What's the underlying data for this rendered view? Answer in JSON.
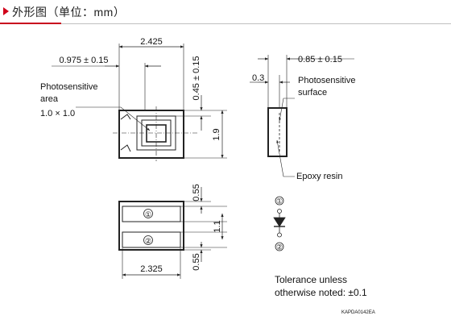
{
  "header": {
    "title": "外形图（单位：mm）"
  },
  "colors": {
    "accent": "#c8001e",
    "line": "#222222",
    "rule": "#bfbfbf"
  },
  "top_view": {
    "width": "2.425",
    "offset": "0.975 ± 0.15",
    "top_height": "0.45 ± 0.15",
    "height": "1.9",
    "area_label_1": "Photosensitive",
    "area_label_2": "area",
    "area_size": "1.0 × 1.0"
  },
  "side_view": {
    "depth": "0.85 ± 0.15",
    "surface_gap": "0.3",
    "surface_label_1": "Photosensitive",
    "surface_label_2": "surface",
    "resin_label": "Epoxy resin"
  },
  "bottom_view": {
    "pad1": "①",
    "pad2": "②",
    "top_dim": "0.55",
    "mid_dim": "1.1",
    "bottom_dim": "0.55",
    "width": "2.325"
  },
  "symbol": {
    "pin1": "①",
    "pin2": "②"
  },
  "notes": {
    "tolerance_1": "Tolerance unless",
    "tolerance_2": "otherwise noted: ±0.1",
    "code": "KAPDA0142EA"
  }
}
